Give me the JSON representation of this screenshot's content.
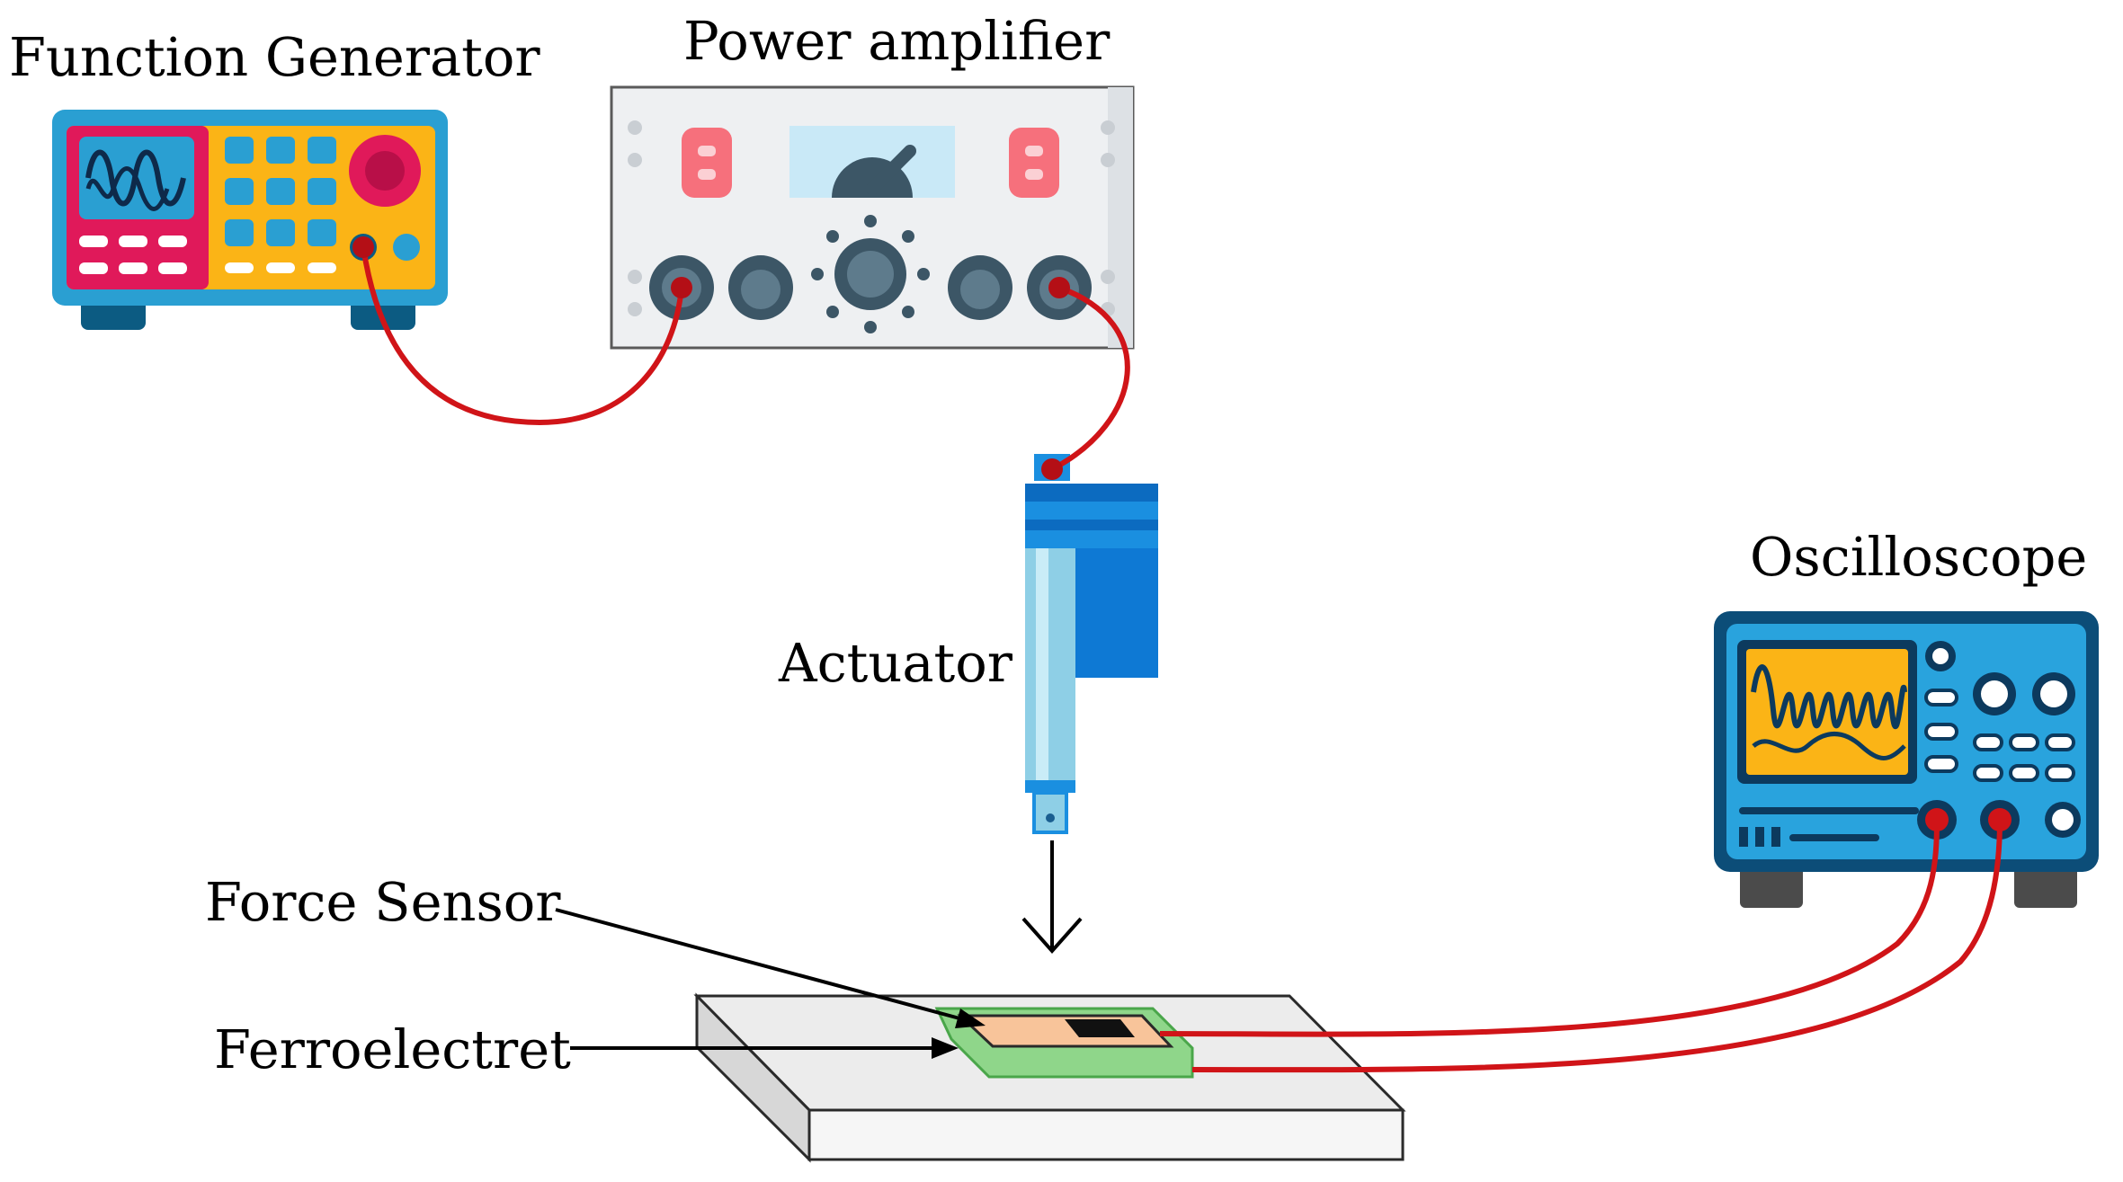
{
  "labels": {
    "function_generator": "Function Generator",
    "power_amplifier": "Power amplifier",
    "actuator": "Actuator",
    "oscilloscope": "Oscilloscope",
    "force_sensor": "Force Sensor",
    "ferroelectret": "Ferroelectret"
  },
  "colors": {
    "cable": "#d01418",
    "cable_plug": "#b40f16",
    "gen_body": "#2a9fd2",
    "gen_panel": "#fbb416",
    "gen_screen_frame": "#e0195a",
    "gen_buttons": "#2a9fd2",
    "amp_panel": "#eef0f2",
    "amp_knob": "#3c5666",
    "amp_led": "#f6707c",
    "actuator_blue": "#1a8fe0",
    "actuator_rod": "#8ecfe6",
    "scope_body": "#29a3dd",
    "scope_screen": "#fbb416",
    "sensor_skin": "#f8c49a",
    "sensor_frame": "#8fd68a",
    "base_plate": "#ececec"
  },
  "icons": {
    "function_generator": "function-generator-icon",
    "power_amplifier": "power-amplifier-icon",
    "actuator": "linear-actuator-icon",
    "oscilloscope": "oscilloscope-icon",
    "sample": "sample-stack-icon"
  }
}
